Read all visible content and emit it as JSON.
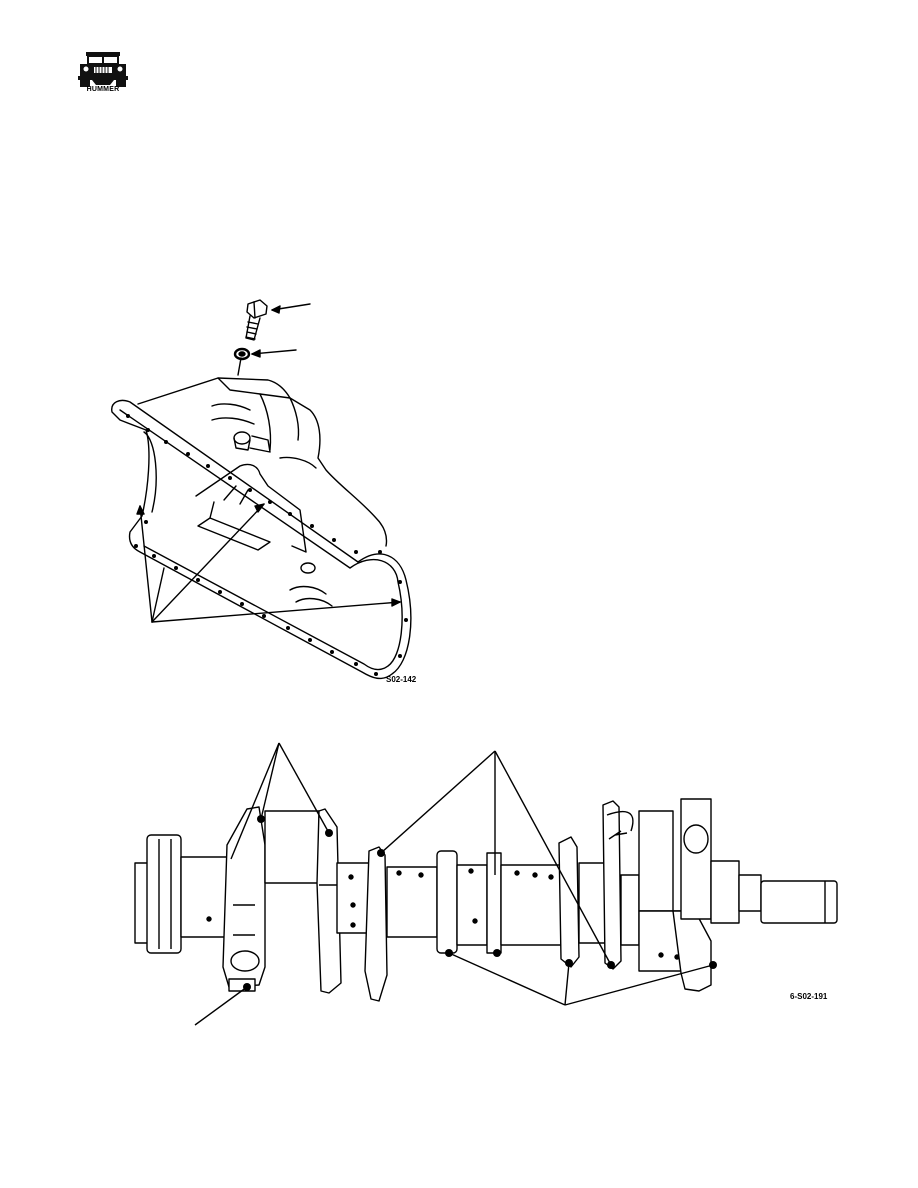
{
  "logo": {
    "text": "HUMMER",
    "icon": "hummer-vehicle-icon"
  },
  "figures": [
    {
      "id": "oil-pan",
      "caption": "S02-142"
    },
    {
      "id": "crankshaft",
      "caption": "6-S02-191"
    }
  ]
}
